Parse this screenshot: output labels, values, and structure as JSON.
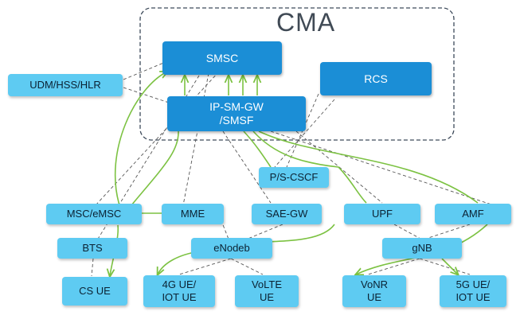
{
  "cma": {
    "title": "CMA"
  },
  "nodes": {
    "smsc": "SMSC",
    "rcs": "RCS",
    "ipsmgw": "IP-SM-GW\n/SMSF",
    "udm": "UDM/HSS/HLR",
    "pcscf": "P/S-CSCF",
    "msc": "MSC/eMSC",
    "mme": "MME",
    "saegw": "SAE-GW",
    "upf": "UPF",
    "amf": "AMF",
    "bts": "BTS",
    "enodeb": "eNodeb",
    "gnb": "gNB",
    "csue": "CS UE",
    "ue4g": "4G UE/\nIOT  UE",
    "volte": "VoLTE\nUE",
    "vonr": "VoNR\nUE",
    "ue5g": "5G UE/\nIOT  UE"
  },
  "colors": {
    "dark_node": "#1b8ed6",
    "light_node": "#5ecbf2",
    "green_arrow": "#7cc242",
    "dashed_line": "#555555",
    "cma_border": "#3d4a5a"
  }
}
